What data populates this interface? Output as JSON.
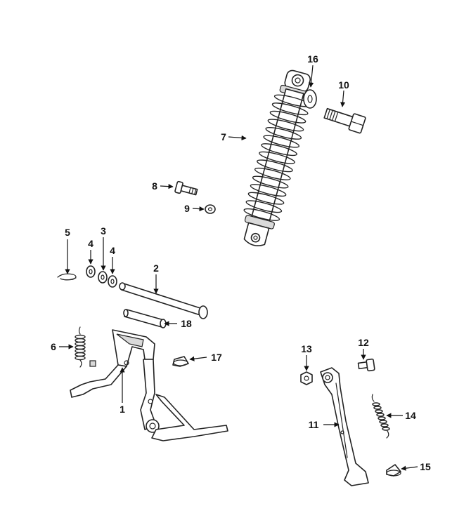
{
  "callouts": {
    "c1": "1",
    "c2": "2",
    "c3": "3",
    "c4a": "4",
    "c4b": "4",
    "c5": "5",
    "c6": "6",
    "c7": "7",
    "c8": "8",
    "c9": "9",
    "c10": "10",
    "c11": "11",
    "c12": "12",
    "c13": "13",
    "c14": "14",
    "c15": "15",
    "c16": "16",
    "c17": "17",
    "c18": "18"
  },
  "colors": {
    "line": "#222222",
    "background": "#ffffff"
  }
}
